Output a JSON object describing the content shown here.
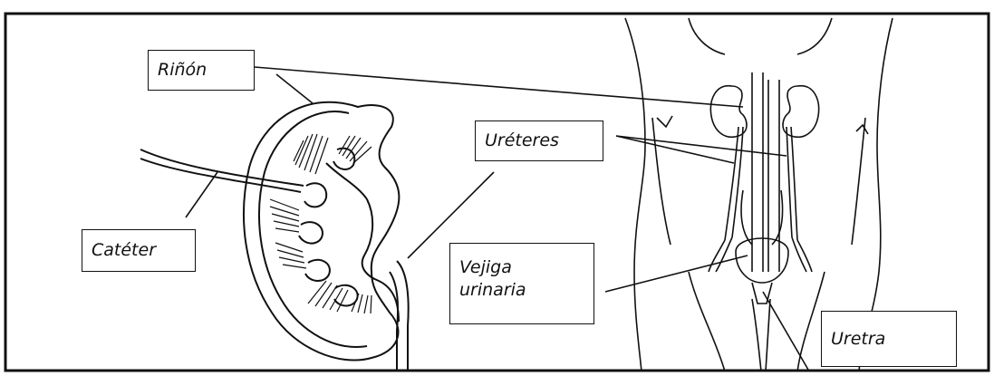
{
  "labels": {
    "rinon": "Riñón",
    "ureteres": "Uréteres",
    "cateter": "Catéter",
    "vejiga_line1": "Vejiga",
    "vejiga_line2": "urinaria",
    "uretra": "Uretra"
  },
  "colors": {
    "ink": "#111111",
    "background": "#ffffff"
  }
}
